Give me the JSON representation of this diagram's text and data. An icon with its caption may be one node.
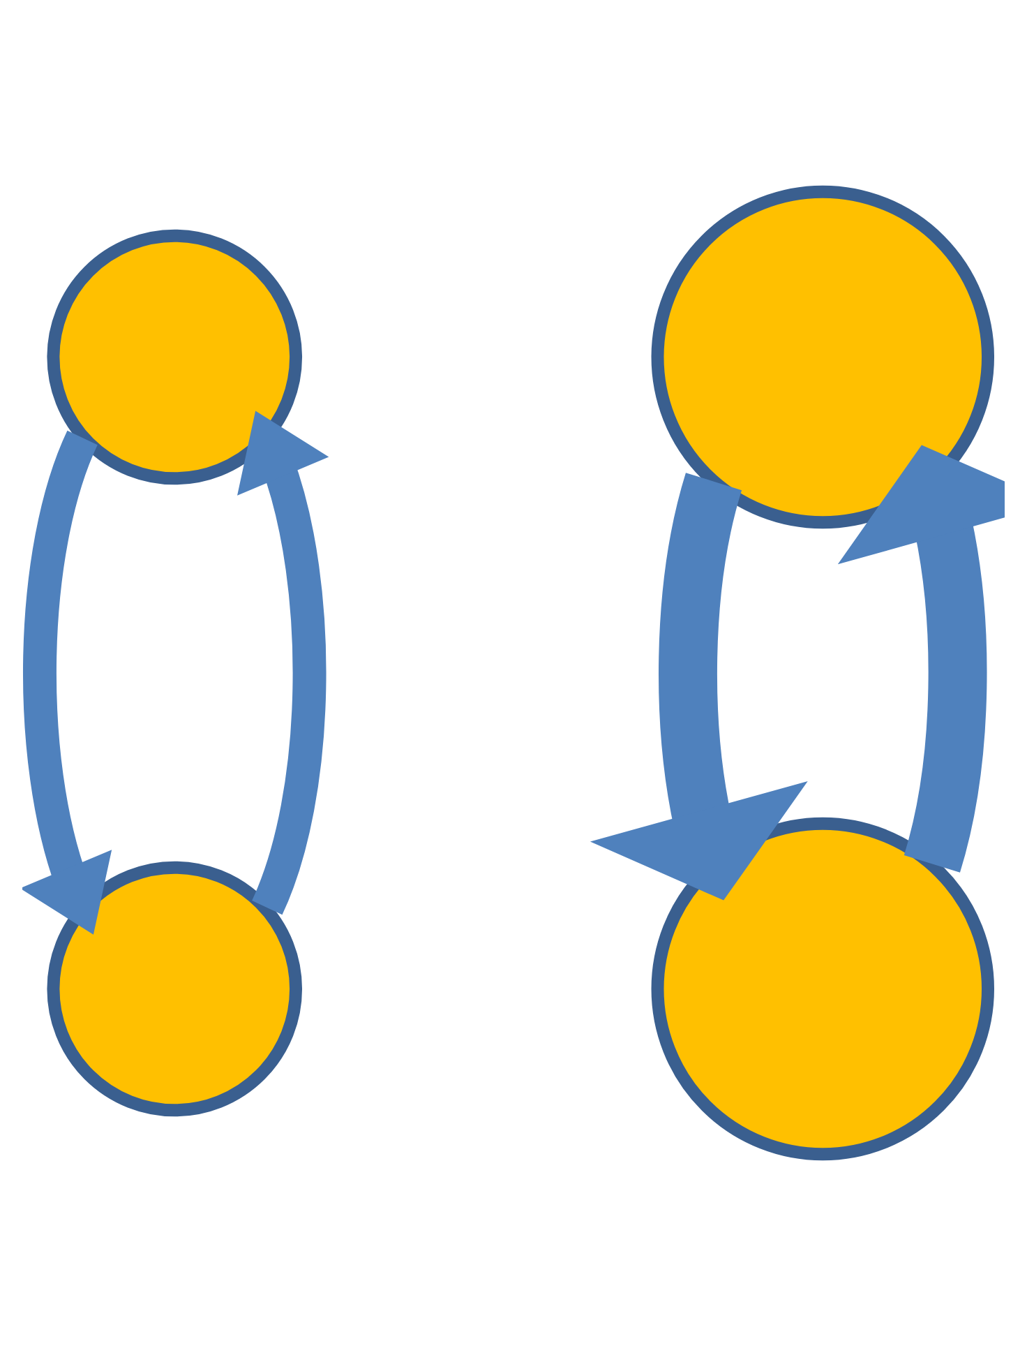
{
  "diagram": {
    "nodes": [
      {
        "text": [],
        "shape": "circle"
      },
      {
        "text": [],
        "shape": "circle"
      },
      {
        "text": [],
        "shape": "circle"
      },
      {
        "text": [],
        "shape": "circle"
      }
    ],
    "edges": [
      {
        "from": 1,
        "to": 0,
        "arrow": "to"
      },
      {
        "from": 0,
        "to": 1,
        "arrow": "to"
      },
      {
        "from": 3,
        "to": 2,
        "arrow": "to"
      },
      {
        "from": 2,
        "to": 3,
        "arrow": "to"
      }
    ]
  }
}
